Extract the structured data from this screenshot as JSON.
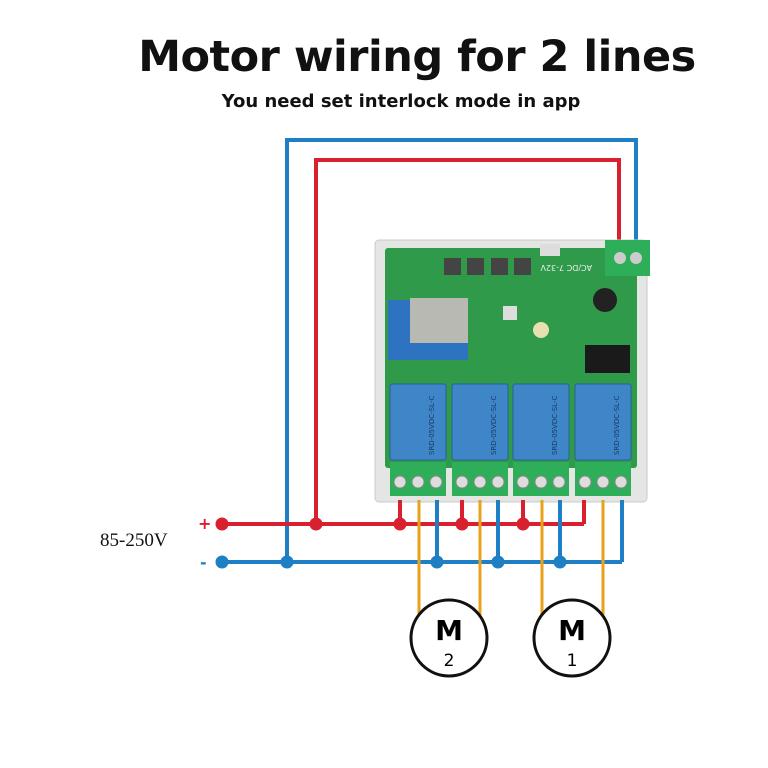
{
  "header": {
    "title": "Motor wiring for 2 lines",
    "subtitle": "You need set interlock mode in  app"
  },
  "power": {
    "voltage_label": "85-250V",
    "plus_label": "+",
    "minus_label": "-"
  },
  "motors": [
    {
      "letter": "M",
      "number": "2"
    },
    {
      "letter": "M",
      "number": "1"
    }
  ],
  "board": {
    "power_label": "AC/DC 7-32V",
    "relay_model": "SRD-05VDC-SL-C",
    "relay_count": 4
  },
  "colors": {
    "live": "#d9202f",
    "neutral": "#1f7fc4",
    "motor": "#e8a21c",
    "pcb": "#2f9a4a",
    "relay": "#3f86c9",
    "terminal": "#2fae5a"
  }
}
